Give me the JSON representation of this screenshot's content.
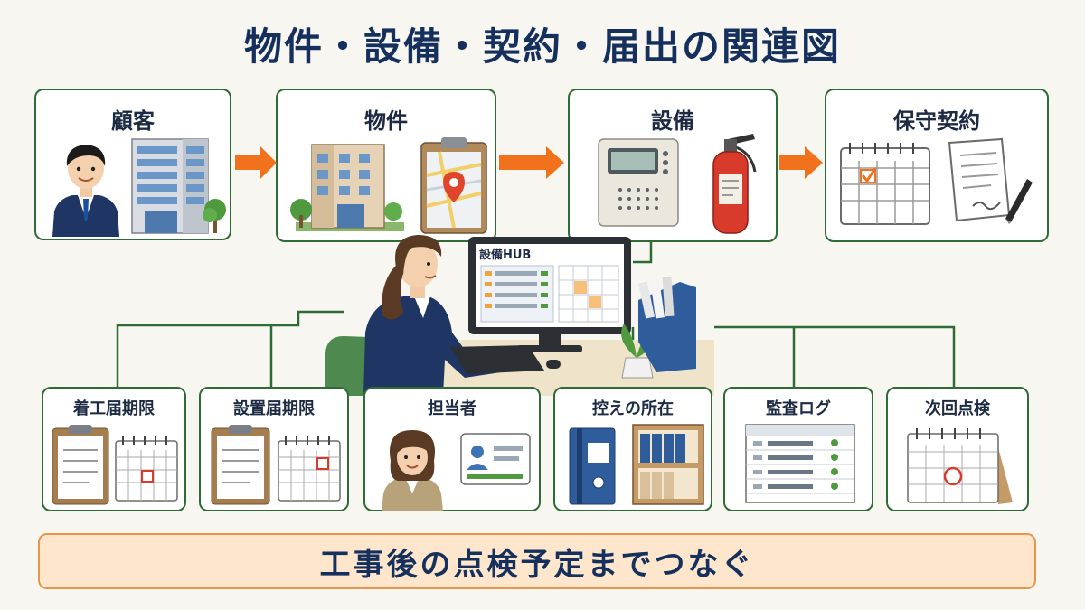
{
  "title": "物件・設備・契約・届出の関連図",
  "top_nodes": [
    {
      "label": "顧客"
    },
    {
      "label": "物件"
    },
    {
      "label": "設備"
    },
    {
      "label": "保守契約"
    }
  ],
  "center": {
    "monitor_title": "設備HUB"
  },
  "bottom_nodes": [
    {
      "label": "着工届期限"
    },
    {
      "label": "設置届期限"
    },
    {
      "label": "担当者"
    },
    {
      "label": "控えの所在"
    },
    {
      "label": "監査ログ"
    },
    {
      "label": "次回点検"
    }
  ],
  "footer": {
    "text": "工事後の点検予定までつなぐ"
  },
  "colors": {
    "border_green": "#2f6b35",
    "arrow_orange": "#f2711c",
    "title_navy": "#15305c",
    "footer_fill": "#fde6cc",
    "footer_border": "#e8954a"
  }
}
